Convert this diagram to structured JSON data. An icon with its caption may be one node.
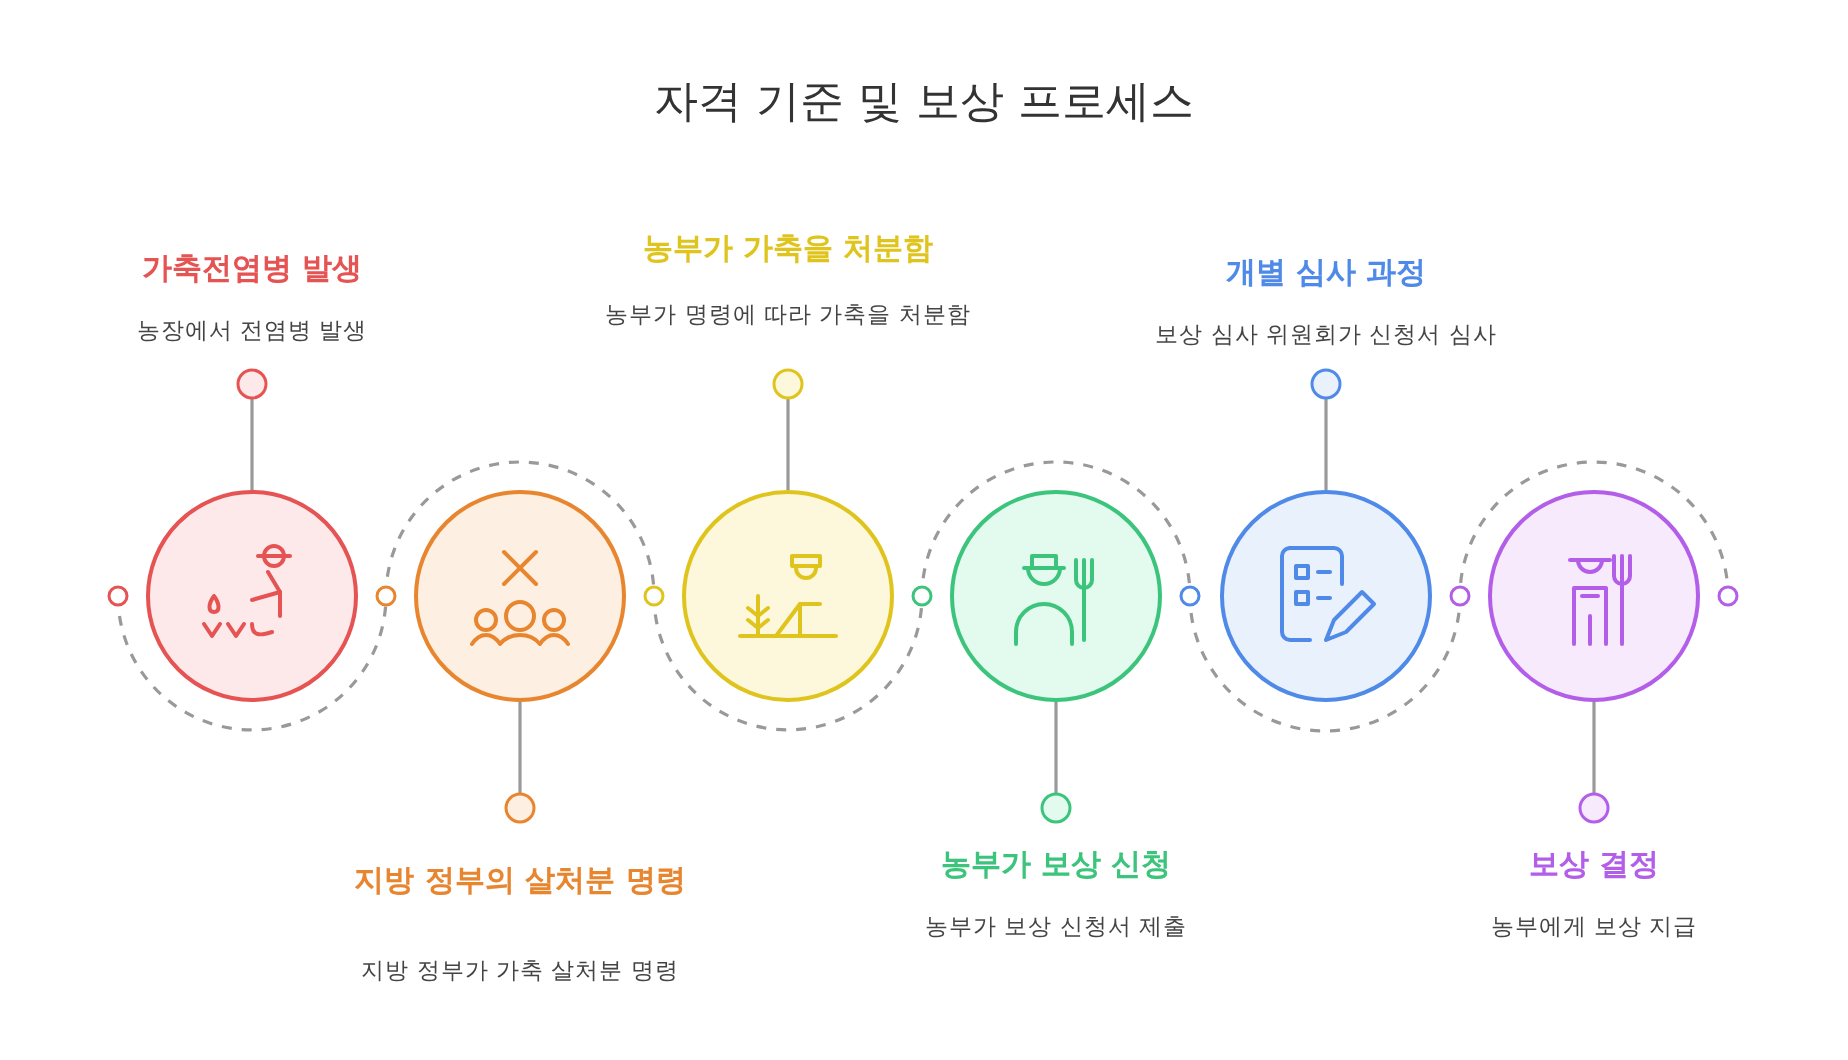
{
  "diagram": {
    "title": "자격 기준 및 보상 프로세스",
    "nodes": [
      {
        "text": [
          "가축전염병 발생",
          "농장에서 전염병 발생"
        ]
      },
      {
        "text": [],
        "shape": "circle"
      },
      {
        "text": [
          "지방 정부의 살처분 명령",
          "지방 정부가 가축 살처분 명령"
        ]
      },
      {
        "text": [],
        "shape": "circle"
      },
      {
        "text": [
          "농부가 가축을 처분함",
          "농부가 명령에 따라 가축을 처분함"
        ]
      },
      {
        "text": [],
        "shape": "circle"
      },
      {
        "text": [
          "농부가 보상 신청",
          "농부가 보상 신청서 제출"
        ]
      },
      {
        "text": [],
        "shape": "circle"
      },
      {
        "text": [
          "개별 심사 과정",
          "보상 심사 위원회가 신청서 심사"
        ]
      },
      {
        "text": [],
        "shape": "circle"
      },
      {
        "text": [
          "보상 결정",
          "농부에게 보상 지급"
        ]
      },
      {
        "text": [],
        "shape": "circle"
      }
    ],
    "edges": [
      {
        "from": 0,
        "to": 1,
        "arrow": "other"
      },
      {
        "from": 2,
        "to": 3,
        "arrow": "other"
      },
      {
        "from": 4,
        "to": 5,
        "arrow": "other"
      },
      {
        "from": 6,
        "to": 7,
        "arrow": "other"
      },
      {
        "from": 8,
        "to": 9,
        "arrow": "other"
      },
      {
        "from": 10,
        "to": 11,
        "arrow": "other"
      }
    ]
  }
}
